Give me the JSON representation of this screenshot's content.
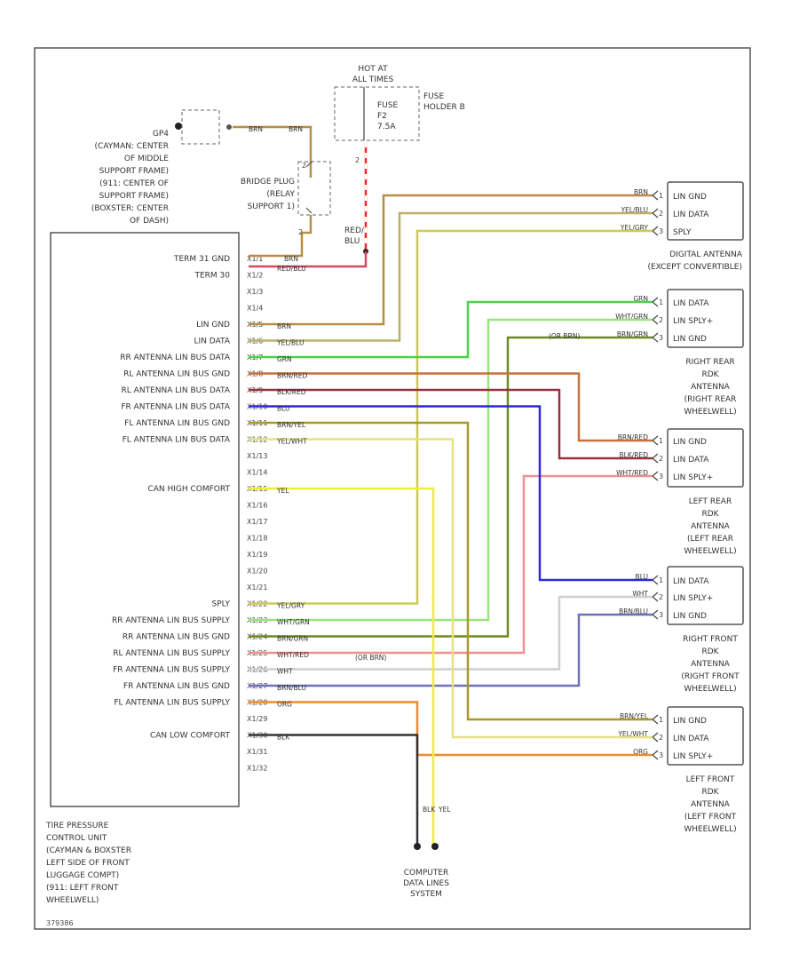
{
  "ecu": {
    "caption": [
      "TIRE PRESSURE",
      "CONTROL UNIT",
      "(CAYMAN & BOXSTER",
      "LEFT SIDE OF FRONT",
      "LUGGAGE COMPT)",
      "(911: LEFT FRONT",
      "WHEELWELL)"
    ],
    "pins": [
      {
        "pin": "X1/1",
        "func": "TERM 31 GND",
        "color": "BRN",
        "wire": "#b98e44"
      },
      {
        "pin": "X1/2",
        "func": "TERM 30",
        "color": "RED/BLU",
        "wire": "#d24a63"
      },
      {
        "pin": "X1/3",
        "func": "",
        "color": "",
        "wire": ""
      },
      {
        "pin": "X1/4",
        "func": "",
        "color": "",
        "wire": ""
      },
      {
        "pin": "X1/5",
        "func": "LIN GND",
        "color": "BRN",
        "wire": "#b98e44"
      },
      {
        "pin": "X1/6",
        "func": "LIN DATA",
        "color": "YEL/BLU",
        "wire": "#b9b069"
      },
      {
        "pin": "X1/7",
        "func": "RR ANTENNA LIN BUS DATA",
        "color": "GRN",
        "wire": "#4cd24c"
      },
      {
        "pin": "X1/8",
        "func": "RL ANTENNA LIN BUS GND",
        "color": "BRN/RED",
        "wire": "#c5703d"
      },
      {
        "pin": "X1/9",
        "func": "RL ANTENNA LIN BUS DATA",
        "color": "BLK/RED",
        "wire": "#9a3040"
      },
      {
        "pin": "X1/10",
        "func": "FR ANTENNA LIN BUS DATA",
        "color": "BLU",
        "wire": "#2b2bdc"
      },
      {
        "pin": "X1/11",
        "func": "FL ANTENNA LIN BUS GND",
        "color": "BRN/YEL",
        "wire": "#a89a2a"
      },
      {
        "pin": "X1/12",
        "func": "FL ANTENNA LIN BUS DATA",
        "color": "YEL/WHT",
        "wire": "#e6e37a"
      },
      {
        "pin": "X1/13",
        "func": "",
        "color": "",
        "wire": ""
      },
      {
        "pin": "X1/14",
        "func": "",
        "color": "",
        "wire": ""
      },
      {
        "pin": "X1/15",
        "func": "CAN HIGH COMFORT",
        "color": "YEL",
        "wire": "#eeee33"
      },
      {
        "pin": "X1/16",
        "func": "",
        "color": "",
        "wire": ""
      },
      {
        "pin": "X1/17",
        "func": "",
        "color": "",
        "wire": ""
      },
      {
        "pin": "X1/18",
        "func": "",
        "color": "",
        "wire": ""
      },
      {
        "pin": "X1/19",
        "func": "",
        "color": "",
        "wire": ""
      },
      {
        "pin": "X1/20",
        "func": "",
        "color": "",
        "wire": ""
      },
      {
        "pin": "X1/21",
        "func": "",
        "color": "",
        "wire": ""
      },
      {
        "pin": "X1/22",
        "func": "SPLY",
        "color": "YEL/GRY",
        "wire": "#cccc55"
      },
      {
        "pin": "X1/23",
        "func": "RR ANTENNA LIN BUS SUPPLY",
        "color": "WHT/GRN",
        "wire": "#9be37a"
      },
      {
        "pin": "X1/24",
        "func": "RR ANTENNA LIN BUS GND",
        "color": "BRN/GRN",
        "wire": "#6f8a22"
      },
      {
        "pin": "X1/25",
        "func": "RL ANTENNA LIN BUS SUPPLY",
        "color": "WHT/RED",
        "wire": "#ef8f8f"
      },
      {
        "pin": "X1/26",
        "func": "FR ANTENNA LIN BUS SUPPLY",
        "color": "WHT",
        "wire": "#cfcfcf"
      },
      {
        "pin": "X1/27",
        "func": "FR ANTENNA LIN BUS GND",
        "color": "BRN/BLU",
        "wire": "#7070b8"
      },
      {
        "pin": "X1/28",
        "func": "FL ANTENNA LIN BUS SUPPLY",
        "color": "ORG",
        "wire": "#f08c2a"
      },
      {
        "pin": "X1/29",
        "func": "",
        "color": "",
        "wire": ""
      },
      {
        "pin": "X1/30",
        "func": "CAN LOW COMFORT",
        "color": "BLK",
        "wire": "#333333"
      },
      {
        "pin": "X1/31",
        "func": "",
        "color": "",
        "wire": ""
      },
      {
        "pin": "X1/32",
        "func": "",
        "color": "",
        "wire": ""
      }
    ]
  },
  "ground": {
    "name": "GP4",
    "caption": [
      "(CAYMAN: CENTER",
      "OF MIDDLE",
      "SUPPORT FRAME)",
      "(911: CENTER OF",
      "SUPPORT FRAME)",
      "(BOXSTER: CENTER",
      "OF DASH)"
    ],
    "wire1": "BRN",
    "wire2": "BRN"
  },
  "bridge": {
    "caption": [
      "BRIDGE PLUG",
      "(RELAY",
      "SUPPORT 1)"
    ],
    "pin_top": "2",
    "pin_bottom": "2"
  },
  "fuse": {
    "hot": [
      "HOT AT",
      "ALL TIMES"
    ],
    "caption": [
      "FUSE",
      "F2",
      "7.5A"
    ],
    "holder": [
      "FUSE",
      "HOLDER B"
    ],
    "pin": "2"
  },
  "splice": {
    "caption": [
      "RED/",
      "BLU"
    ]
  },
  "antennas": [
    {
      "caption": [
        "DIGITAL ANTENNA",
        "(EXCEPT CONVERTIBLE)"
      ],
      "pins": [
        {
          "n": "1",
          "label": "LIN GND",
          "color": "BRN"
        },
        {
          "n": "2",
          "label": "LIN DATA",
          "color": "YEL/BLU"
        },
        {
          "n": "3",
          "label": "SPLY",
          "color": "YEL/GRY"
        }
      ]
    },
    {
      "caption": [
        "RIGHT REAR",
        "RDK",
        "ANTENNA",
        "(RIGHT REAR",
        "WHEELWELL)"
      ],
      "pins": [
        {
          "n": "1",
          "label": "LIN DATA",
          "color": "GRN"
        },
        {
          "n": "2",
          "label": "LIN SPLY+",
          "color": "WHT/GRN"
        },
        {
          "n": "3",
          "label": "LIN GND",
          "color": "BRN/GRN"
        }
      ]
    },
    {
      "caption": [
        "LEFT REAR",
        "RDK",
        "ANTENNA",
        "(LEFT REAR",
        "WHEELWELL)"
      ],
      "pins": [
        {
          "n": "1",
          "label": "LIN GND",
          "color": "BRN/RED"
        },
        {
          "n": "2",
          "label": "LIN DATA",
          "color": "BLK/RED"
        },
        {
          "n": "3",
          "label": "LIN SPLY+",
          "color": "WHT/RED"
        }
      ]
    },
    {
      "caption": [
        "RIGHT FRONT",
        "RDK",
        "ANTENNA",
        "(RIGHT FRONT",
        "WHEELWELL)"
      ],
      "pins": [
        {
          "n": "1",
          "label": "LIN DATA",
          "color": "BLU"
        },
        {
          "n": "2",
          "label": "LIN SPLY+",
          "color": "WHT"
        },
        {
          "n": "3",
          "label": "LIN GND",
          "color": "BRN/BLU"
        }
      ]
    },
    {
      "caption": [
        "LEFT FRONT",
        "RDK",
        "ANTENNA",
        "(LEFT FRONT",
        "WHEELWELL)"
      ],
      "pins": [
        {
          "n": "1",
          "label": "LIN GND",
          "color": "BRN/YEL"
        },
        {
          "n": "2",
          "label": "LIN DATA",
          "color": "YEL/WHT"
        },
        {
          "n": "3",
          "label": "LIN SPLY+",
          "color": "ORG"
        }
      ]
    }
  ],
  "brn_grn_mid": "(OR BRN)",
  "brn_grn_mid2": "(OR BRN)",
  "can": {
    "caption": [
      "COMPUTER",
      "DATA LINES",
      "SYSTEM"
    ],
    "lo": "BLK",
    "hi": "YEL"
  },
  "footer_code": "379386"
}
